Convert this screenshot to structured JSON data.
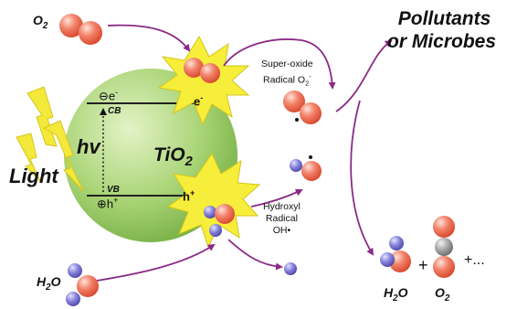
{
  "labels": {
    "o2_top": "O",
    "o2_top_sub": "2",
    "pollutants_line1": "Pollutants",
    "pollutants_line2": "or Microbes",
    "superoxide_line1": "Super-oxide",
    "superoxide_line2": "Radical O",
    "superoxide_sub": "2",
    "superoxide_sup": "-",
    "electron_cb": "e",
    "electron_cb_sup": "-",
    "cb": "CB",
    "electron_right": "e",
    "electron_right_sup": "-",
    "hv": "hv",
    "light": "Light",
    "tio2": "TiO",
    "tio2_sub": "2",
    "vb": "VB",
    "hole_vb": "h",
    "hole_vb_sup": "+",
    "hole_right": "h",
    "hole_right_sup": "+",
    "hydroxyl_line1": "Hydroxyl",
    "hydroxyl_line2": "Radical",
    "hydroxyl_line3": "OH",
    "h2o_left": "H",
    "h2o_left_sub": "2",
    "h2o_left_tail": "O",
    "h2o_right": "H",
    "h2o_right_sub": "2",
    "h2o_right_tail": "O",
    "plus1": "+",
    "o2_right": "O",
    "o2_right_sub": "2",
    "plus_more": "+..."
  },
  "colors": {
    "sphere": "#9fcf6a",
    "oxygen_atom": "#ef6a4a",
    "hydrogen_atom": "#6a64c8",
    "carbon_atom": "#9a9a9a",
    "starburst": "#f6ee3a",
    "lightning": "#f3e93a",
    "arrow": "#8b2a85"
  }
}
